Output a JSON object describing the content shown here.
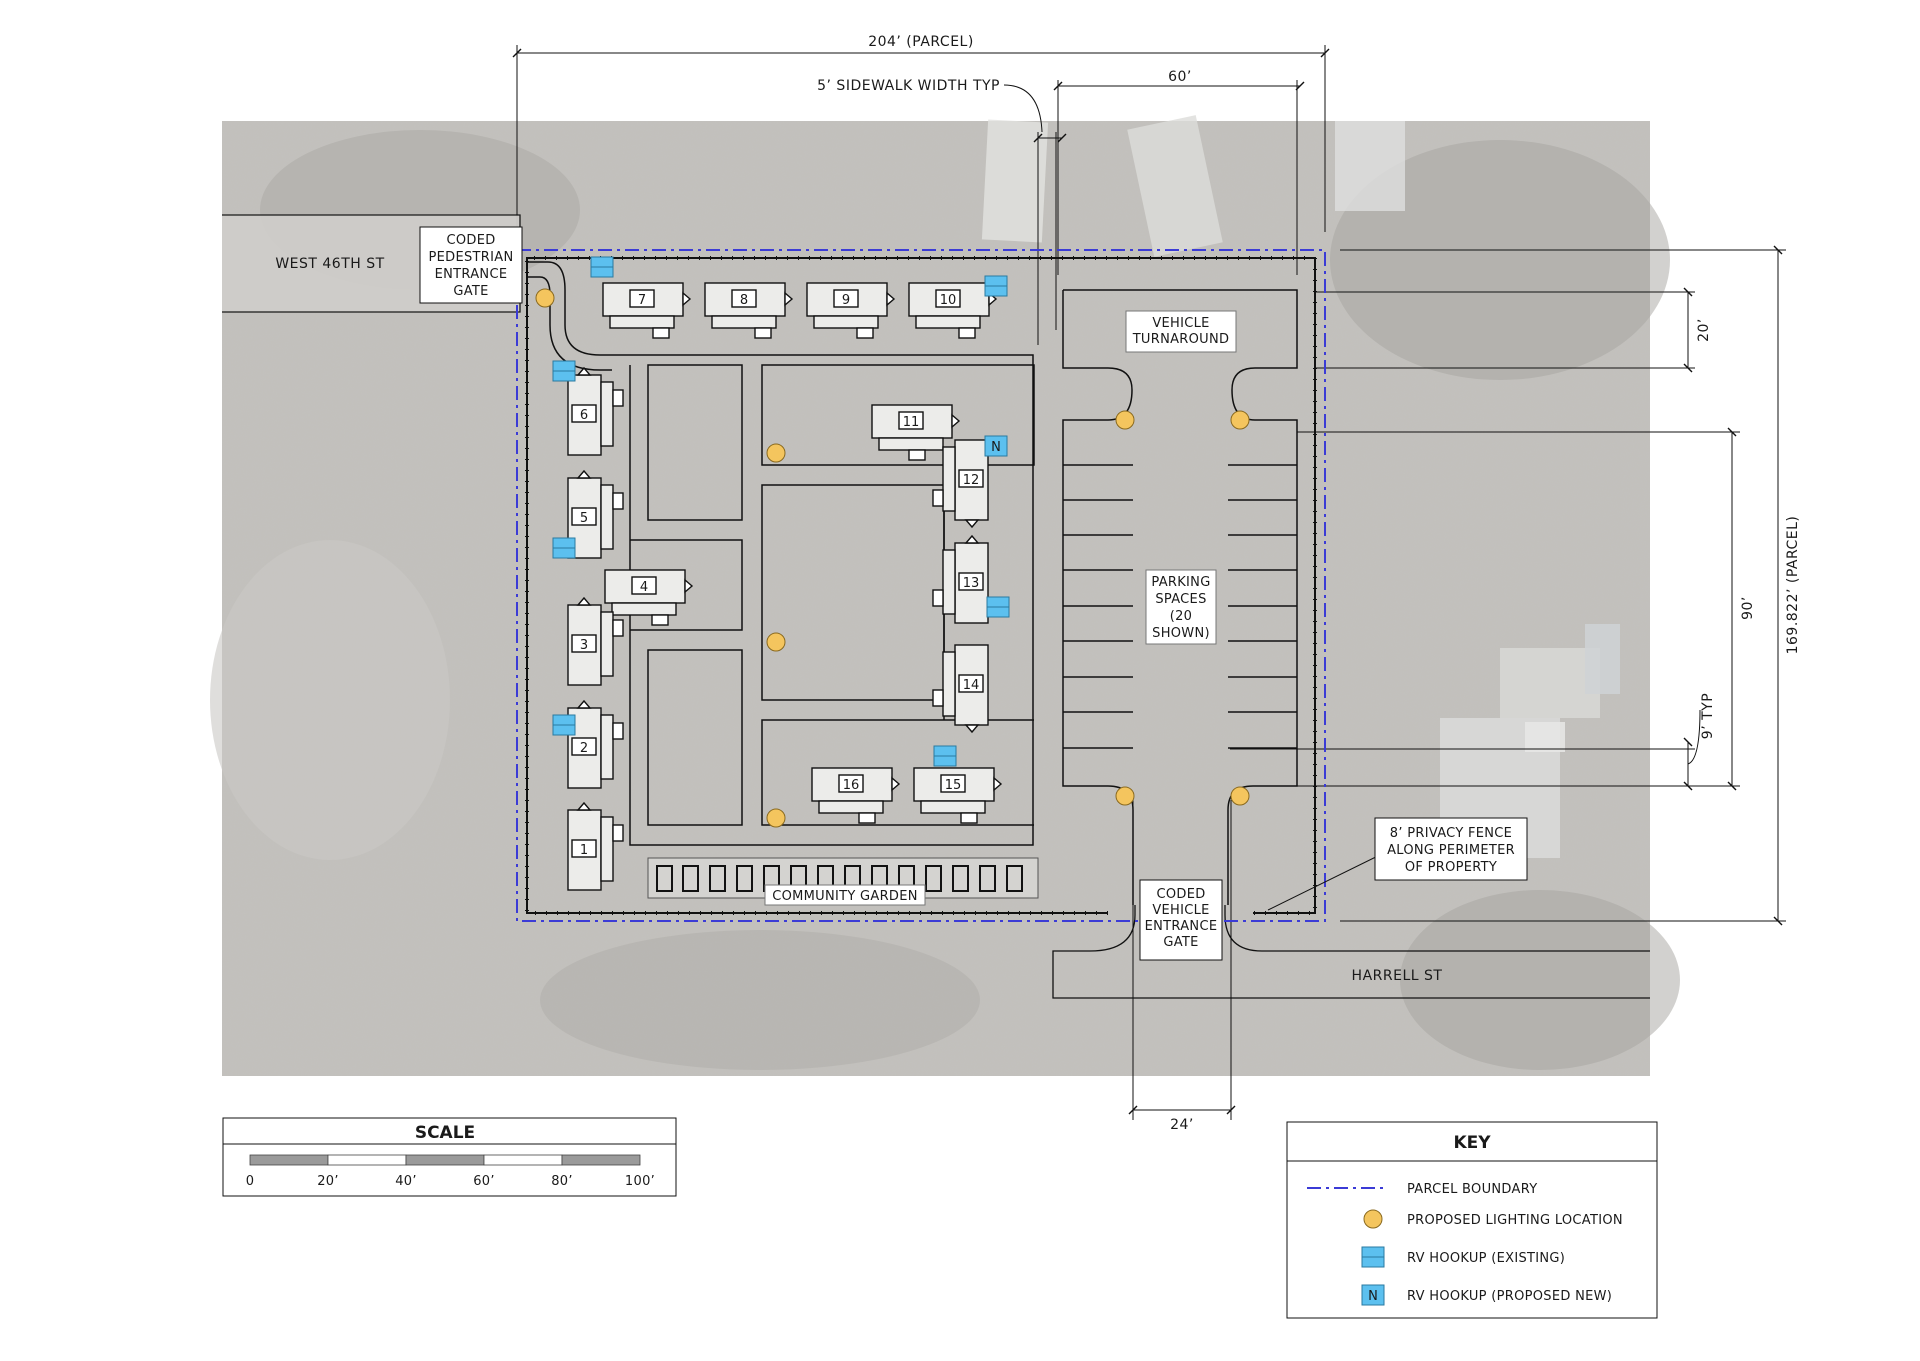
{
  "dimensions": {
    "parcel_width": "204’ (PARCEL)",
    "sidewalk": "5’ SIDEWALK WIDTH TYP",
    "parking_depth": "60’",
    "turnaround_width": "20’",
    "parking_run": "90’",
    "parcel_depth": "169.822’ (PARCEL)",
    "space_width": "9’ TYP",
    "drive_width": "24’"
  },
  "streets": {
    "north": "WEST 46TH ST",
    "south": "HARRELL ST"
  },
  "callouts": {
    "ped_gate": [
      "CODED",
      "PEDESTRIAN",
      "ENTRANCE",
      "GATE"
    ],
    "vehicle_gate": [
      "CODED",
      "VEHICLE",
      "ENTRANCE",
      "GATE"
    ],
    "turnaround": [
      "VEHICLE",
      "TURNAROUND"
    ],
    "parking": [
      "PARKING",
      "SPACES",
      "(20",
      "SHOWN)"
    ],
    "fence": [
      "8’ PRIVACY FENCE",
      "ALONG PERIMETER",
      "OF PROPERTY"
    ],
    "garden": "COMMUNITY GARDEN"
  },
  "units": [
    "1",
    "2",
    "3",
    "4",
    "5",
    "6",
    "7",
    "8",
    "9",
    "10",
    "11",
    "12",
    "13",
    "14",
    "15",
    "16"
  ],
  "proposed_marker": "N",
  "scale": {
    "title": "SCALE",
    "ticks": [
      "0",
      "20’",
      "40’",
      "60’",
      "80’",
      "100’"
    ]
  },
  "key": {
    "title": "KEY",
    "items": [
      {
        "label": "PARCEL BOUNDARY",
        "icon": "dash-dot-line-icon"
      },
      {
        "label": "PROPOSED LIGHTING LOCATION",
        "icon": "light-circle-icon"
      },
      {
        "label": "RV HOOKUP (EXISTING)",
        "icon": "rv-hookup-icon"
      },
      {
        "label": "RV HOOKUP (PROPOSED NEW)",
        "icon": "rv-hookup-new-icon"
      }
    ]
  },
  "colors": {
    "boundary": "#3b3bd6",
    "light": "#f4c55e",
    "hookup": "#5cc0ef",
    "aerial": "#bdbbb7"
  }
}
